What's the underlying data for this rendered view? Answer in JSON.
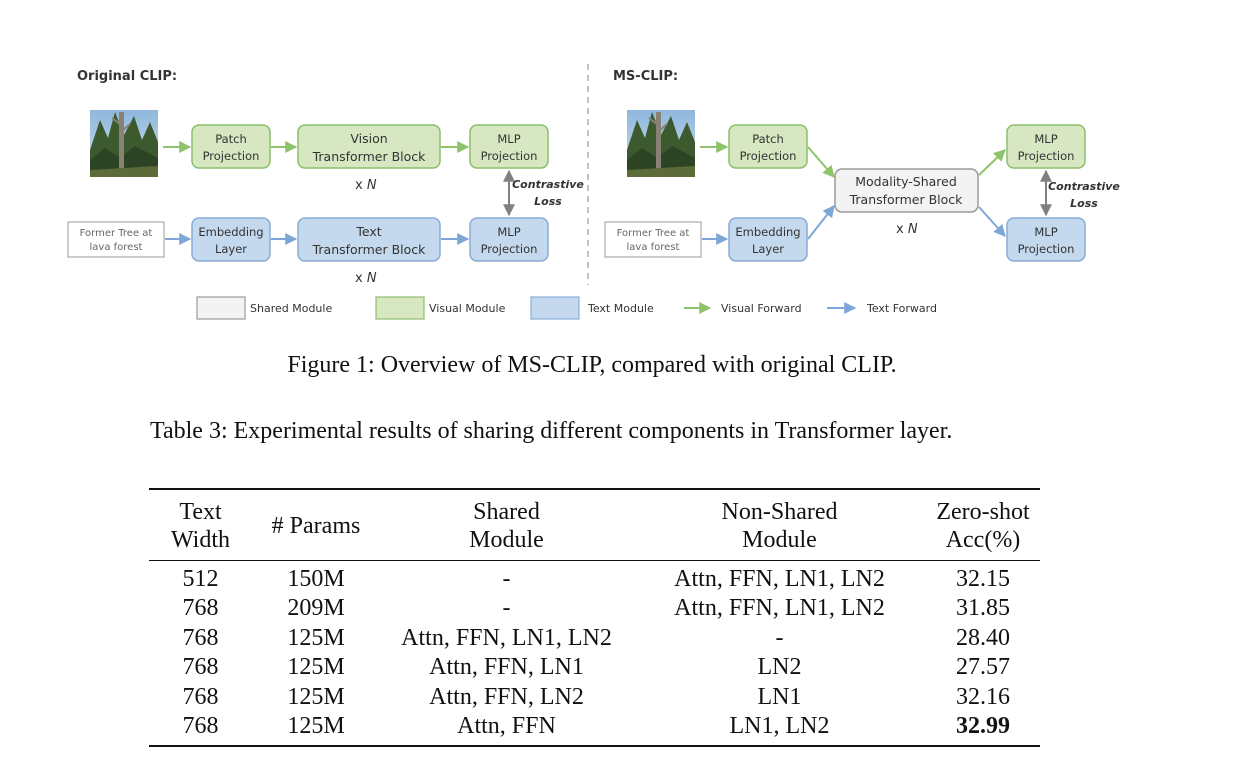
{
  "figure": {
    "original_title": "Original CLIP:",
    "ms_title": "MS-CLIP:",
    "patch_projection": [
      "Patch",
      "Projection"
    ],
    "vision_block": [
      "Vision",
      "Transformer Block"
    ],
    "mlp_projection": [
      "MLP",
      "Projection"
    ],
    "embedding_layer": [
      "Embedding",
      "Layer"
    ],
    "text_block": [
      "Text",
      "Transformer Block"
    ],
    "shared_block": [
      "Modality-Shared",
      "Transformer Block"
    ],
    "text_input": [
      "Former Tree at",
      "lava forest"
    ],
    "repeat_x": "x ",
    "repeat_n": "N",
    "contrastive_loss": [
      "Contrastive",
      "Loss"
    ],
    "legend": {
      "shared": "Shared Module",
      "visual": "Visual Module",
      "text": "Text Module",
      "visual_forward": "Visual Forward",
      "text_forward": "Text Forward"
    },
    "colors": {
      "green_fill": "#d6e7c2",
      "green_stroke": "#8cbf6a",
      "blue_fill": "#c5d9ee",
      "blue_stroke": "#89acd6",
      "gray_fill": "#f3f3f3",
      "gray_stroke": "#9a9a9a",
      "visual_arrow": "#8fc36b",
      "text_arrow": "#7ea6d6"
    }
  },
  "figure_caption": "Figure 1: Overview of MS-CLIP, compared with original CLIP.",
  "table_caption": "Table 3: Experimental results of sharing different components in Transformer layer.",
  "table": {
    "headers": [
      [
        "Text",
        "Width"
      ],
      [
        "# Params"
      ],
      [
        "Shared",
        "Module"
      ],
      [
        "Non-Shared",
        "Module"
      ],
      [
        "Zero-shot",
        "Acc(%)"
      ]
    ],
    "rows": [
      [
        "512",
        "150M",
        "-",
        "Attn, FFN, LN1, LN2",
        "32.15"
      ],
      [
        "768",
        "209M",
        "-",
        "Attn, FFN, LN1, LN2",
        "31.85"
      ],
      [
        "768",
        "125M",
        "Attn, FFN, LN1, LN2",
        "-",
        "28.40"
      ],
      [
        "768",
        "125M",
        "Attn, FFN, LN1",
        "LN2",
        "27.57"
      ],
      [
        "768",
        "125M",
        "Attn, FFN, LN2",
        "LN1",
        "32.16"
      ],
      [
        "768",
        "125M",
        "Attn, FFN",
        "LN1, LN2",
        "32.99"
      ]
    ],
    "best_row": 5,
    "best_col": 4
  }
}
